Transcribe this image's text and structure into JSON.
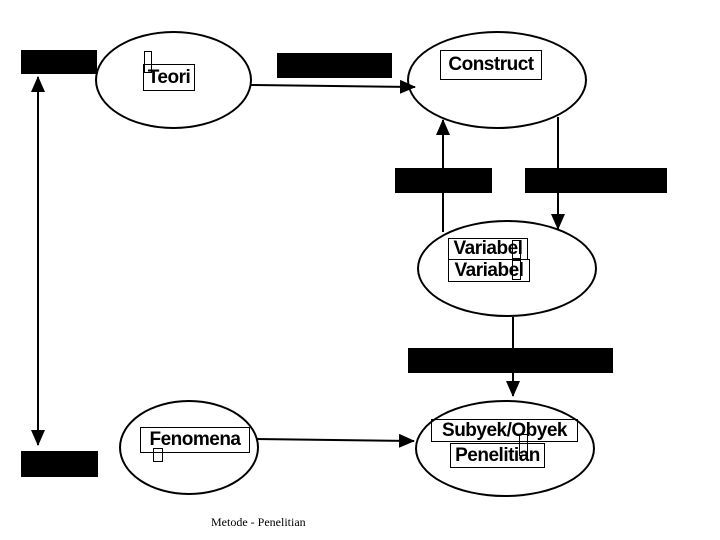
{
  "slide": {
    "background_color": "#ffffff",
    "ink_color": "#000000",
    "caption": "Metode - Penelitian",
    "nodes": {
      "teori": {
        "label": "Teori"
      },
      "construct": {
        "label": "Construct"
      },
      "variabel": {
        "line1": "Variabel",
        "line2": "Variabel"
      },
      "fenomena": {
        "label": "Fenomena"
      },
      "subyek": {
        "line1": "Subyek/Obyek",
        "line2": "Penelitian"
      }
    }
  }
}
